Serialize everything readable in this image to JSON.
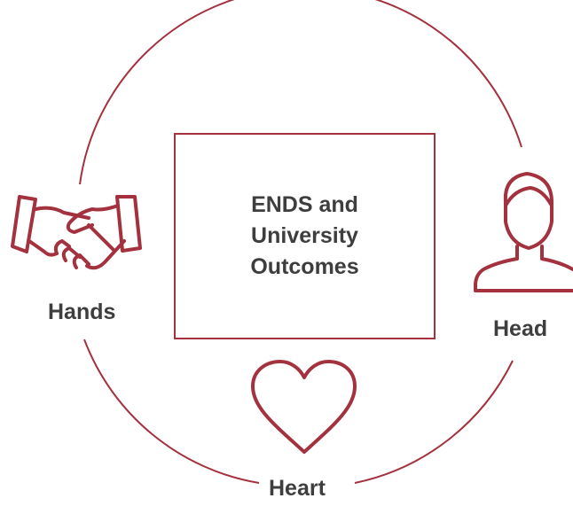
{
  "center": {
    "lines": [
      "ENDS and",
      "University",
      "Outcomes"
    ]
  },
  "nodes": {
    "hands": {
      "label": "Hands",
      "icon": "handshake-icon"
    },
    "head": {
      "label": "Head",
      "icon": "person-head-icon"
    },
    "heart": {
      "label": "Heart",
      "icon": "heart-icon"
    }
  },
  "colors": {
    "accent": "#a3323e",
    "text": "#3e3e3e",
    "background": "#ffffff"
  }
}
